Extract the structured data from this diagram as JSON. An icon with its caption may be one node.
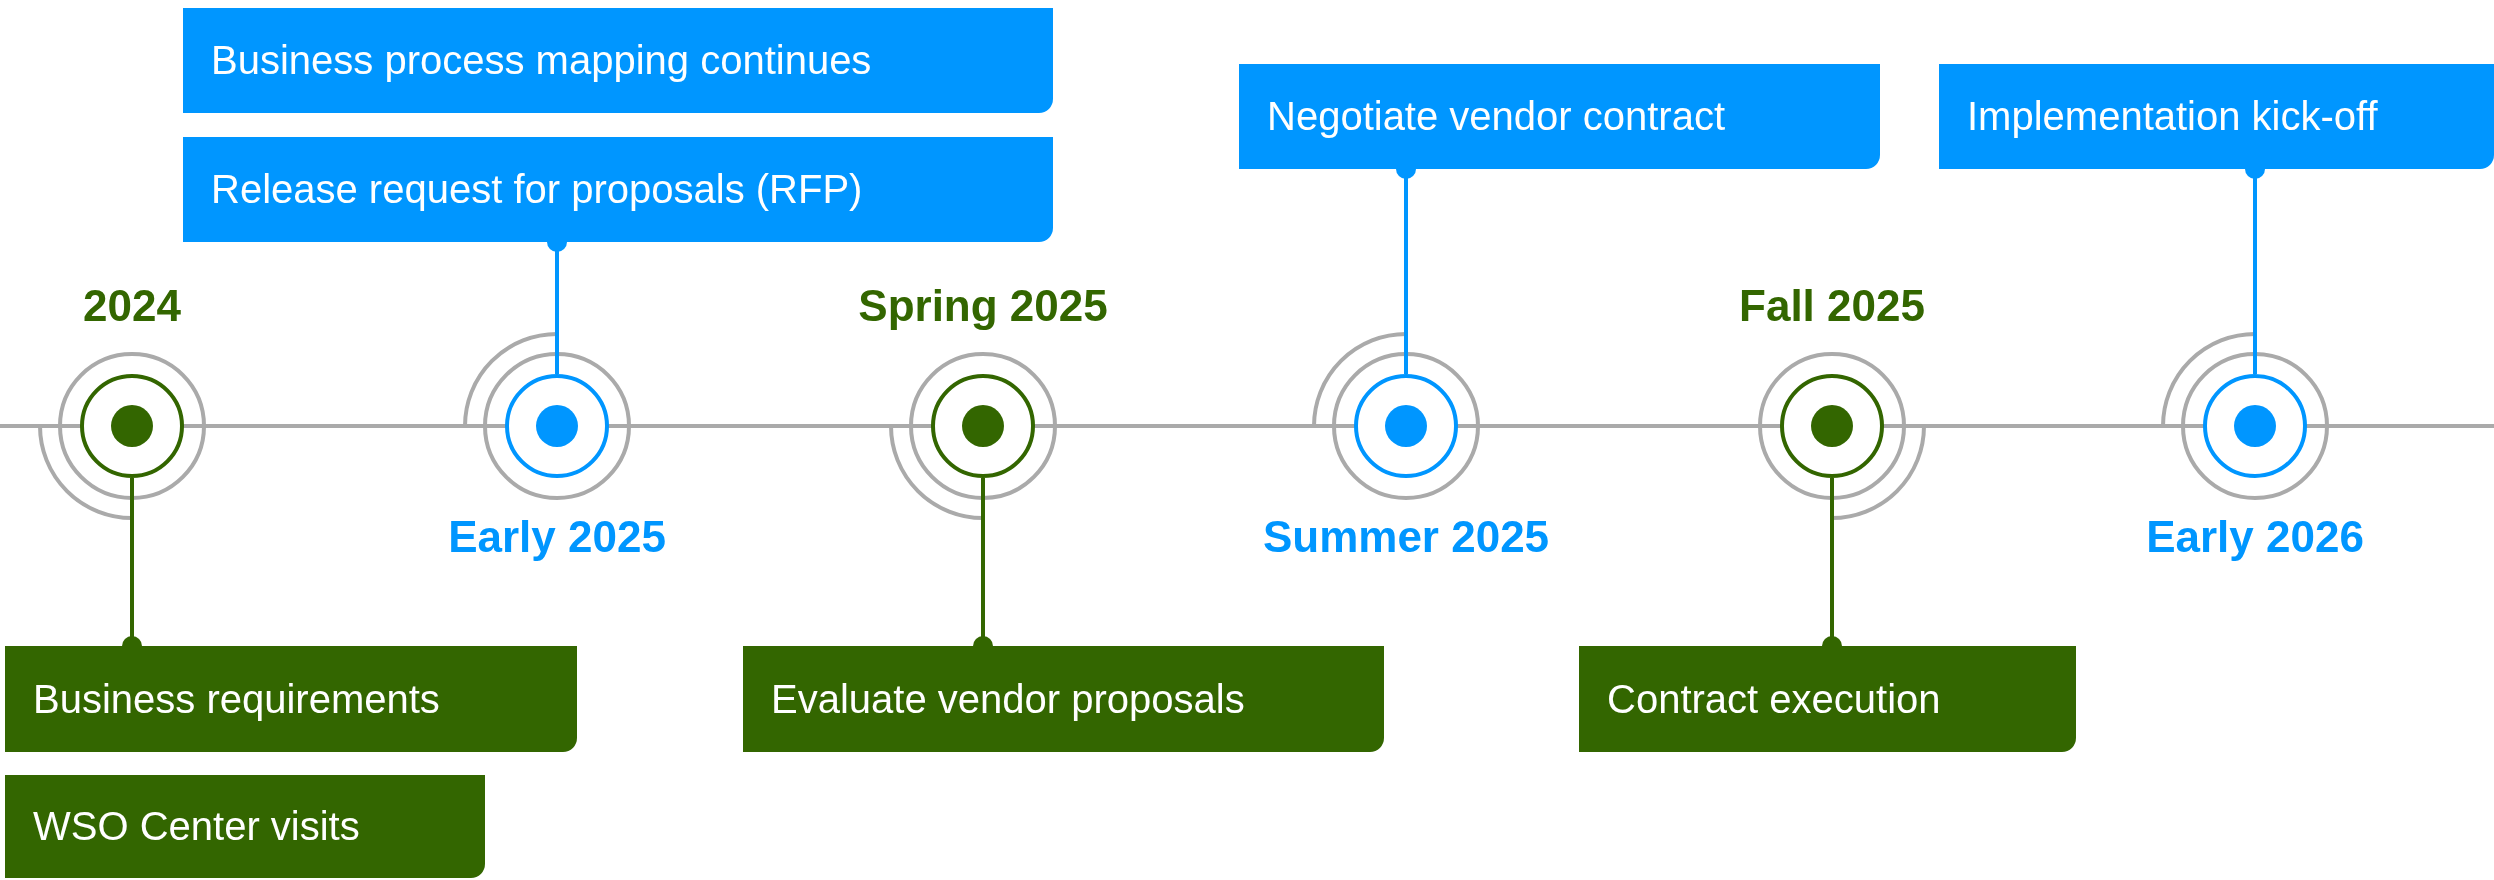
{
  "diagram": {
    "nodes": [
      {
        "text": [],
        "shape": "circle",
        "beside": [
          "2024"
        ]
      },
      {
        "text": [
          "Business requirements"
        ]
      },
      {
        "text": [
          "WSO Center visits"
        ]
      },
      {
        "text": [],
        "shape": "circle",
        "beside": [
          "Early 2025"
        ]
      },
      {
        "text": [
          "Business process mapping continues"
        ]
      },
      {
        "text": [
          "Release request for proposals (RFP)"
        ]
      },
      {
        "text": [],
        "shape": "circle",
        "beside": [
          "Spring 2025"
        ]
      },
      {
        "text": [
          "Evaluate vendor proposals"
        ]
      },
      {
        "text": [],
        "shape": "circle",
        "beside": [
          "Summer 2025"
        ]
      },
      {
        "text": [
          "Negotiate vendor contract"
        ]
      },
      {
        "text": [],
        "shape": "circle",
        "beside": [
          "Fall 2025"
        ]
      },
      {
        "text": [
          "Contract execution"
        ]
      },
      {
        "text": [],
        "shape": "circle",
        "beside": [
          "Early 2026"
        ]
      },
      {
        "text": [
          "Implementation kick-off"
        ]
      }
    ],
    "edges": [
      {
        "from": 0,
        "to": 1,
        "arrow": "other"
      },
      {
        "from": 3,
        "to": 5,
        "arrow": "other",
        "color": "#0096ff"
      },
      {
        "from": 6,
        "to": 7,
        "arrow": "other"
      },
      {
        "from": 8,
        "to": 9,
        "arrow": "other",
        "color": "#0096ff"
      },
      {
        "from": 10,
        "to": 11,
        "arrow": "other"
      },
      {
        "from": 12,
        "to": 13,
        "arrow": "other",
        "color": "#0096ff"
      }
    ]
  }
}
